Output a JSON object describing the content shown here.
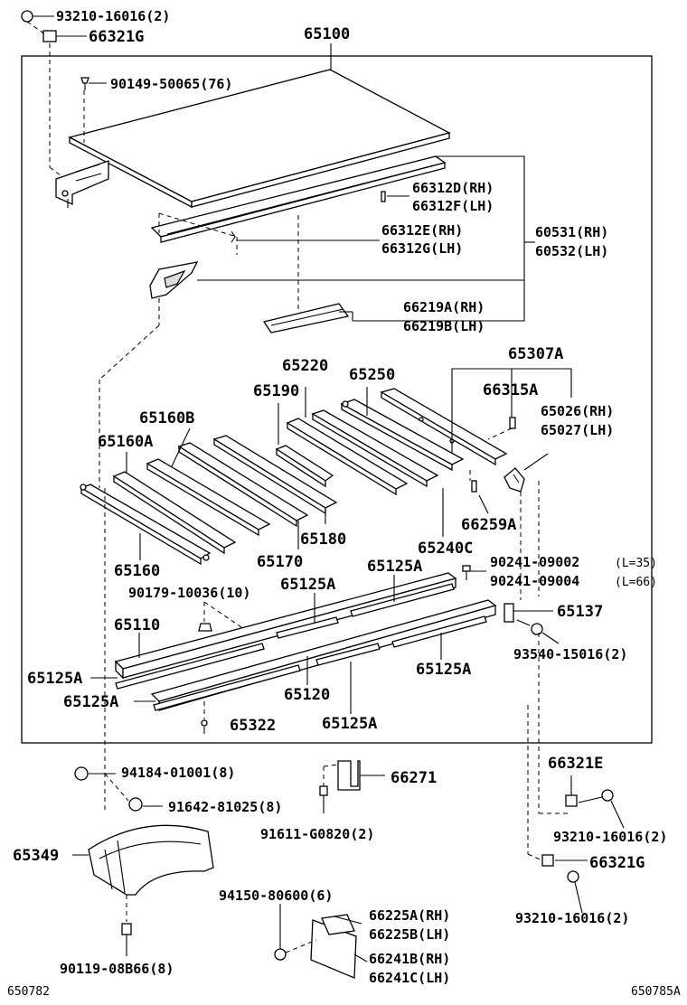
{
  "diagram": {
    "labels": {
      "l_93210_16016_top": "93210-16016(2)",
      "l_66321G_top": "66321G",
      "l_65100": "65100",
      "l_90149": "90149-50065(76)",
      "l_66312D": "66312D(RH)",
      "l_66312F": "66312F(LH)",
      "l_66312E": "66312E(RH)",
      "l_66312G": "66312G(LH)",
      "l_60531": "60531(RH)",
      "l_60532": "60532(LH)",
      "l_66219A": "66219A(RH)",
      "l_66219B": "66219B(LH)",
      "l_65307A": "65307A",
      "l_65220": "65220",
      "l_65250": "65250",
      "l_66315A": "66315A",
      "l_65190": "65190",
      "l_65026": "65026(RH)",
      "l_65027": "65027(LH)",
      "l_65160B": "65160B",
      "l_65160A": "65160A",
      "l_66259A": "66259A",
      "l_65180": "65180",
      "l_65240C": "65240C",
      "l_65170": "65170",
      "l_65160": "65160",
      "l_65125A_1": "65125A",
      "l_90241_09002": "90241-09002",
      "l_L35": "(L=35)",
      "l_90241_09004": "90241-09004",
      "l_L66": "(L=66)",
      "l_90179": "90179-10036(10)",
      "l_65125A_2": "65125A",
      "l_65137": "65137",
      "l_65110": "65110",
      "l_93540": "93540-15016(2)",
      "l_65125A_3": "65125A",
      "l_65125A_4": "65125A",
      "l_65120": "65120",
      "l_65125A_5": "65125A",
      "l_65322": "65322",
      "l_65125A_6": "65125A",
      "l_94184": "94184-01001(8)",
      "l_66271": "66271",
      "l_66321E": "66321E",
      "l_91642": "91642-81025(8)",
      "l_93210_16016_mid": "93210-16016(2)",
      "l_91611": "91611-G0820(2)",
      "l_65349": "65349",
      "l_66321G_bot": "66321G",
      "l_94150": "94150-80600(6)",
      "l_93210_16016_bot": "93210-16016(2)",
      "l_66225A": "66225A(RH)",
      "l_66225B": "66225B(LH)",
      "l_66241B": "66241B(RH)",
      "l_90119": "90119-08B66(8)",
      "l_66241C": "66241C(LH)",
      "l_650782": "650782",
      "l_650785A": "650785A"
    }
  }
}
